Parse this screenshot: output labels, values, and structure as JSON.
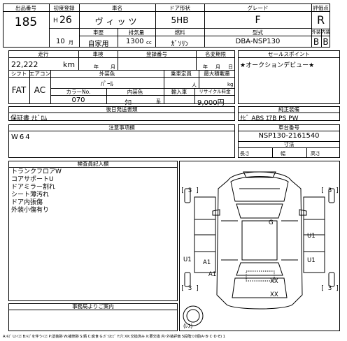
{
  "header": {
    "lot_label": "出品番号",
    "lot_value": "185",
    "reg_label": "初度登録",
    "era": "H",
    "year": "26",
    "month": "10",
    "month_unit": "月",
    "name_label": "車名",
    "name_value": "ヴィッツ",
    "doors_label": "ドア形状",
    "doors_value": "5HB",
    "grade_label": "グレード",
    "grade_value": "F",
    "score_label": "評価点",
    "score_value": "R",
    "use_label": "車歴",
    "use_value": "自家用",
    "cc_label": "排気量",
    "cc_value": "1300",
    "cc_unit": "cc",
    "fuel_label": "燃料",
    "fuel_value": "ｶﾞｿﾘﾝ",
    "model_label": "型式",
    "model_value": "DBA-NSP130",
    "ext_label": "外装",
    "int_label": "内装",
    "ext_value": "B",
    "int_value": "B"
  },
  "row2": {
    "mileage_label": "走行",
    "mileage_value": "22,222",
    "mileage_unit": "km",
    "inspection_label": "車検",
    "year_unit": "年",
    "month_unit": "月",
    "plate_label": "登録番号",
    "name_change_label": "名変期限",
    "year2_unit": "年",
    "month2_unit": "月",
    "day2_unit": "日",
    "selling_label": "セールスポイント",
    "selling_value": "★オークションデビュー★"
  },
  "row3": {
    "shift_label": "シフト",
    "ac_label": "エアコン",
    "shift_value": "FAT",
    "ac_value": "AC",
    "ext_color_label": "外装色",
    "ext_color_value": "ﾊﾟｰﾙ",
    "seating_label": "乗車定員",
    "seating_unit": "人",
    "load_label": "最大積載量",
    "load_unit": "kg",
    "color_no_label": "カラーNo.",
    "color_no_value": "070",
    "int_color_label": "内装色",
    "int_color_value": "ｸﾛ",
    "int_color_unit": "系",
    "import_label": "輸入車",
    "recycle_label": "リサイクル料金",
    "recycle_value": "9,000円"
  },
  "equipment": {
    "later_label": "後日発送書類",
    "later_value": "保証書 ﾅﾋﾞﾛﾑ",
    "genuine_label": "純正装備",
    "genuine_value": "ﾅﾋﾞ ABS ｴｱB PS PW"
  },
  "notes": {
    "caution_label": "注意事項欄",
    "caution_value": "W64",
    "chassis_label": "車台番号",
    "chassis_value": "NSP130-2161540",
    "dims_label": "寸法",
    "length_label": "長さ",
    "width_label": "幅",
    "height_label": "高さ"
  },
  "inspector": {
    "label": "検査員記入欄",
    "lines": [
      "トランクフロアW",
      "コアサポートU",
      "ドアミラー割れ",
      "シート薄汚れ",
      "ドア内張傷",
      "外装小傷有り"
    ]
  },
  "office": {
    "label": "事務局よりご案内"
  },
  "diagram": {
    "tire_marks": [
      "[ 3 ]",
      "[ 3 ]",
      "[ 3 ]",
      "[ 3 ]"
    ],
    "damage": {
      "top": "G",
      "right_1": "U1",
      "right_2": "U1",
      "left_1": "U1",
      "left_a1": "A1",
      "left_a1b": "A1",
      "rear_1": "XX",
      "rear_2": "XX"
    },
    "spare_label": "(ﾚｽ)"
  },
  "footer": {
    "legend": "A:ｷｽﾞ U:ﾍｺﾐ B:ｷｽﾞを伴うﾍｺﾐ P:塗装跡 W:補修跡 S:錆 C:腐食 G:ｶﾞﾗｽﾋﾋﾞ Y:穴 XX:交換済み X:要交換 内･外装評価 5段階ﾗﾝｸ順(A･B･C･D･E) 1"
  }
}
